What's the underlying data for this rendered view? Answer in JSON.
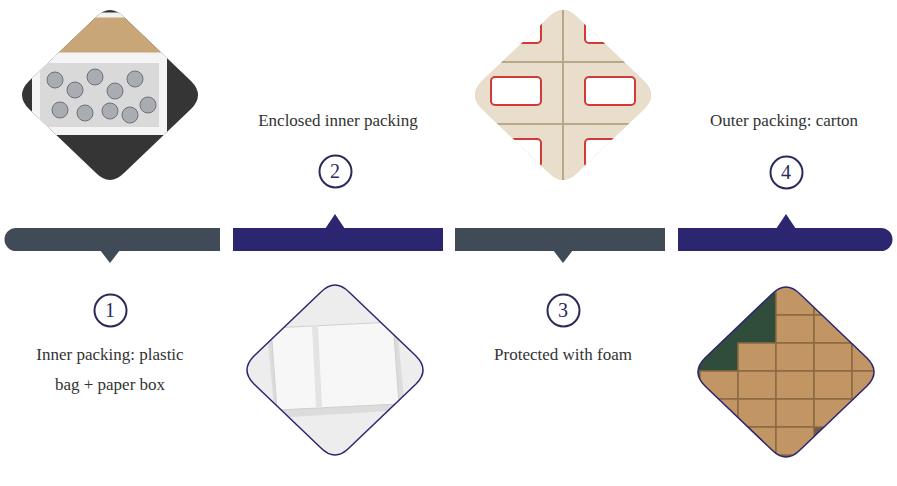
{
  "diagram": {
    "nodes": [
      {
        "text": [
          "1"
        ]
      },
      {
        "text": [
          "2"
        ]
      },
      {
        "text": [
          "3"
        ]
      },
      {
        "text": [
          "4"
        ]
      }
    ],
    "labels": [
      "Inner packing: plastic bag + paper box",
      "Enclosed inner packing",
      "Protected with foam",
      "Outer packing: carton"
    ]
  }
}
